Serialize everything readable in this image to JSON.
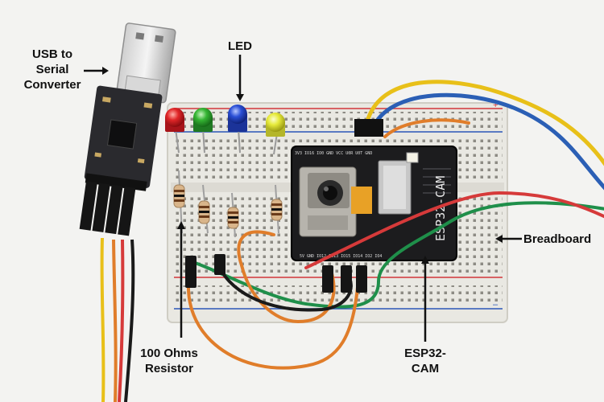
{
  "labels": {
    "usb": "USB to Serial Converter",
    "usb_lines": [
      "USB to",
      "Serial",
      "Converter"
    ],
    "led": "LED",
    "breadboard": "Breadboard",
    "resistor_lines": [
      "100 Ohms",
      "Resistor"
    ],
    "esp_lines": [
      "ESP32-",
      "CAM"
    ]
  },
  "board_text": {
    "module_name": "ESP32-CAM",
    "pin_header": "5V GND IO12 IO13 IO15 IO14 IO2 IO4",
    "top_pins": "3V3 IO16 IO0 GND VCC U0R U0T GND"
  },
  "colors": {
    "background": "#f3f3f1",
    "breadboard": "#e9e8e2",
    "rail_red": "#d2353a",
    "rail_blue": "#2a56b8",
    "esp_board": "#1c1c1e",
    "usb_pcb": "#2a2a2e",
    "led_red": "#e02628",
    "led_green": "#35b533",
    "led_blue": "#2a4fd6",
    "led_yellow": "#e6ea3a",
    "wire_orange": "#e07d2a",
    "wire_green": "#1f8f4a",
    "wire_red": "#d63a3a",
    "wire_yellow": "#e8c019",
    "wire_blue": "#2b5fb5",
    "wire_black": "#1a1a1a"
  }
}
